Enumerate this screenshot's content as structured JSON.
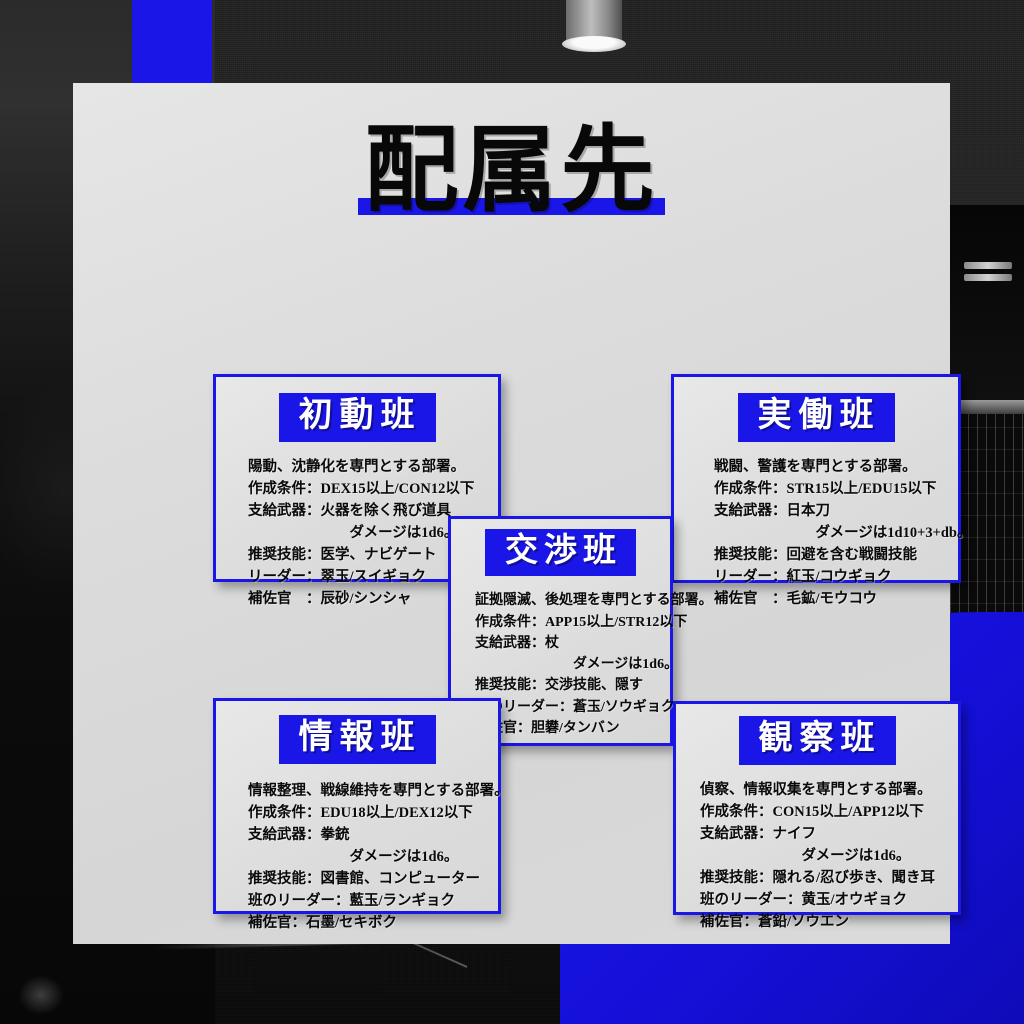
{
  "colors": {
    "blue": "#1a16e8",
    "panel": "#dcdcdc",
    "text": "#0a0a0a",
    "header_text": "#ffffff"
  },
  "header": {
    "title": "配属先"
  },
  "cards": [
    {
      "id": "shodo",
      "heading": "初動班",
      "body": "陽動、沈静化を専門とする部署。\n作成条件：DEX15以上/CON12以下\n支給武器：火器を除く飛び道具\n　　　　　　　ダメージは1d6。\n推奨技能：医学、ナビゲート\nリーダー：翠玉/スイギョク\n補佐官　：辰砂/シンシャ",
      "fields": {
        "description": "陽動、沈静化を専門とする部署。",
        "creation_condition": "DEX15以上/CON12以下",
        "issued_weapon": "火器を除く飛び道具",
        "damage": "ダメージは1d6。",
        "recommended_skills": "医学、ナビゲート",
        "leader": "翠玉/スイギョク",
        "adjutant": "辰砂/シンシャ"
      }
    },
    {
      "id": "jitsudo",
      "heading": "実働班",
      "body": "戦闘、警護を専門とする部署。\n作成条件：STR15以上/EDU15以下\n支給武器：日本刀\n　　　　　　　ダメージは1d10+3+db。\n推奨技能：回避を含む戦闘技能\nリーダー：紅玉/コウギョク\n補佐官　：毛鉱/モウコウ",
      "fields": {
        "description": "戦闘、警護を専門とする部署。",
        "creation_condition": "STR15以上/EDU15以下",
        "issued_weapon": "日本刀",
        "damage": "ダメージは1d10+3+db。",
        "recommended_skills": "回避を含む戦闘技能",
        "leader": "紅玉/コウギョク",
        "adjutant": "毛鉱/モウコウ"
      }
    },
    {
      "id": "kosho",
      "heading": "交渉班",
      "body": "証拠隠滅、後処理を専門とする部署。\n作成条件：APP15以上/STR12以下\n支給武器：杖\n　　　　　　　ダメージは1d6。\n推奨技能：交渉技能、隠す\n班のリーダー：蒼玉/ソウギョク\n補佐官：胆礬/タンバン",
      "fields": {
        "description": "証拠隠滅、後処理を専門とする部署。",
        "creation_condition": "APP15以上/STR12以下",
        "issued_weapon": "杖",
        "damage": "ダメージは1d6。",
        "recommended_skills": "交渉技能、隠す",
        "leader": "蒼玉/ソウギョク",
        "adjutant": "胆礬/タンバン"
      }
    },
    {
      "id": "joho",
      "heading": "情報班",
      "body": "情報整理、戦線維持を専門とする部署。\n作成条件：EDU18以上/DEX12以下\n支給武器：拳銃\n　　　　　　　ダメージは1d6。\n推奨技能：図書館、コンピューター\n班のリーダー：藍玉/ランギョク\n補佐官：石墨/セキボク",
      "fields": {
        "description": "情報整理、戦線維持を専門とする部署。",
        "creation_condition": "EDU18以上/DEX12以下",
        "issued_weapon": "拳銃",
        "damage": "ダメージは1d6。",
        "recommended_skills": "図書館、コンピューター",
        "leader": "藍玉/ランギョク",
        "adjutant": "石墨/セキボク"
      }
    },
    {
      "id": "kansatsu",
      "heading": "観察班",
      "body": "偵察、情報収集を専門とする部署。\n作成条件：CON15以上/APP12以下\n支給武器：ナイフ\n　　　　　　　ダメージは1d6。\n推奨技能：隠れる/忍び歩き、聞き耳\n班のリーダー：黄玉/オウギョク\n補佐官：蒼鉛/ソウエン",
      "fields": {
        "description": "偵察、情報収集を専門とする部署。",
        "creation_condition": "CON15以上/APP12以下",
        "issued_weapon": "ナイフ",
        "damage": "ダメージは1d6。",
        "recommended_skills": "隠れる/忍び歩き、聞き耳",
        "leader": "黄玉/オウギョク",
        "adjutant": "蒼鉛/ソウエン"
      }
    }
  ]
}
